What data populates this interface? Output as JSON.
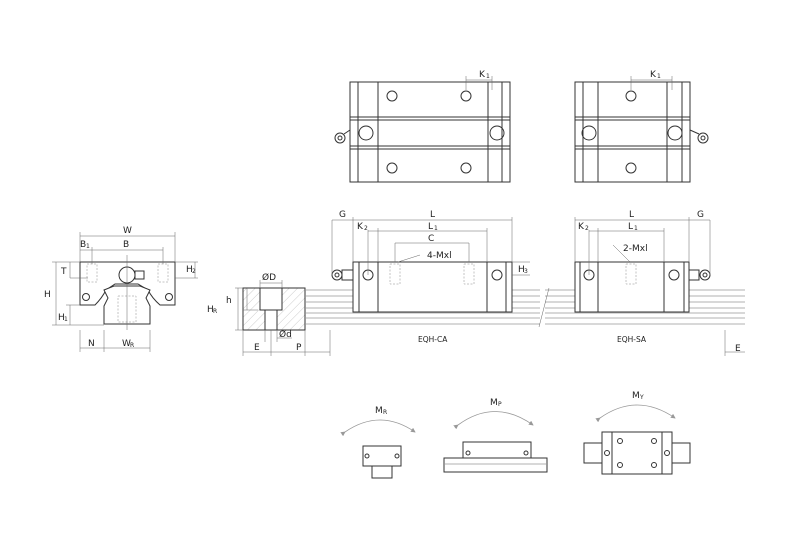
{
  "top_view": {
    "k1_left": {
      "main": "K",
      "sub": "1"
    },
    "k1_right": {
      "main": "K",
      "sub": "1"
    }
  },
  "section": {
    "W": {
      "main": "W",
      "sub": ""
    },
    "B1": {
      "main": "B",
      "sub": "1"
    },
    "B": {
      "main": "B",
      "sub": ""
    },
    "T": {
      "main": "T",
      "sub": ""
    },
    "H": {
      "main": "H",
      "sub": ""
    },
    "H2": {
      "main": "H",
      "sub": "2"
    },
    "H1": {
      "main": "H",
      "sub": "1"
    },
    "N": {
      "main": "N",
      "sub": ""
    },
    "WR": {
      "main": "W",
      "sub": "R"
    }
  },
  "rail_section": {
    "OD": {
      "main": "ØD",
      "sub": ""
    },
    "h": {
      "main": "h",
      "sub": ""
    },
    "HR": {
      "main": "H",
      "sub": "R"
    },
    "Od": {
      "main": "Ød",
      "sub": ""
    },
    "E": {
      "main": "E",
      "sub": ""
    },
    "P": {
      "main": "P",
      "sub": ""
    }
  },
  "side_view": {
    "G_left": {
      "main": "G",
      "sub": ""
    },
    "L_left": {
      "main": "L",
      "sub": ""
    },
    "K2_left": {
      "main": "K",
      "sub": "2"
    },
    "L1_left": {
      "main": "L",
      "sub": "1"
    },
    "C": {
      "main": "C",
      "sub": ""
    },
    "bolts_ca": "4-Mxl",
    "H3": {
      "main": "H",
      "sub": "3"
    },
    "model_ca": "EQH-CA",
    "L_right": {
      "main": "L",
      "sub": ""
    },
    "G_right": {
      "main": "G",
      "sub": ""
    },
    "K2_right": {
      "main": "K",
      "sub": "2"
    },
    "L1_right": {
      "main": "L",
      "sub": "1"
    },
    "bolts_sa": "2-Mxl",
    "model_sa": "EQH-SA",
    "E_right": {
      "main": "E",
      "sub": ""
    }
  },
  "moments": {
    "MR": {
      "main": "M",
      "sub": "R"
    },
    "MP": {
      "main": "M",
      "sub": "P"
    },
    "MY": {
      "main": "M",
      "sub": "Y"
    }
  }
}
